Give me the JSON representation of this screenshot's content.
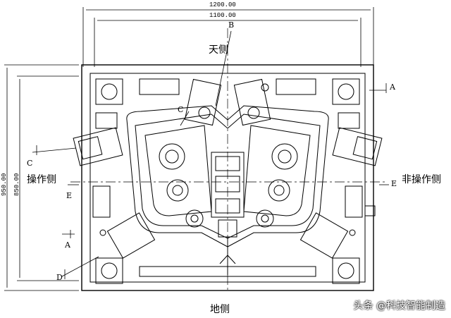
{
  "dimensions": {
    "overall_width": "1200.00",
    "inner_width": "1100.00",
    "overall_height": "950.00",
    "inner_height": "850.00"
  },
  "sides": {
    "top": "天侧",
    "bottom": "地侧",
    "left": "操作侧",
    "right": "非操作侧"
  },
  "section_markers": {
    "a_top_right": "A",
    "a_left": "A",
    "b": "B",
    "c_top": "C",
    "c_left": "C",
    "d": "D",
    "e_left": "E",
    "e_right": "E"
  },
  "watermark": "头条 @科技智能制造",
  "colors": {
    "line": "#000000",
    "background": "#ffffff"
  }
}
